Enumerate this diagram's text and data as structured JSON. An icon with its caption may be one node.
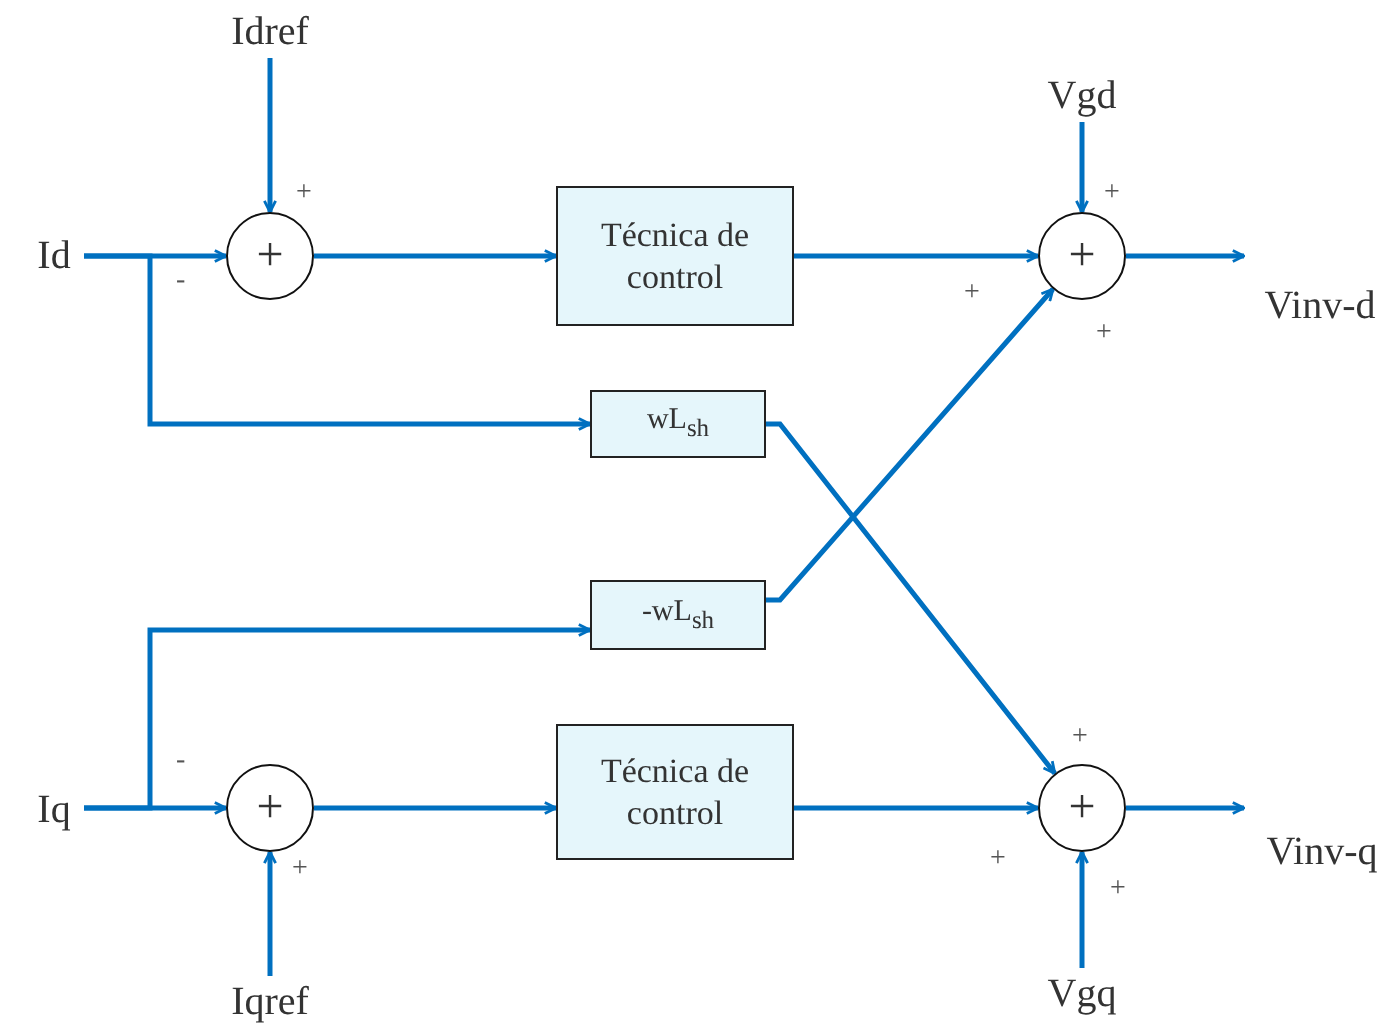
{
  "diagram": {
    "nodes": [
      {
        "text": [
          "Idref"
        ]
      },
      {
        "text": [
          "Id"
        ]
      },
      {
        "text": [
          "+"
        ]
      },
      {
        "text": [
          "Técnica de control"
        ]
      },
      {
        "text": [
          "wL$_{sh}$"
        ]
      },
      {
        "text": [
          "Vgd"
        ]
      },
      {
        "text": [
          "+"
        ]
      },
      {
        "text": [
          "Vinv-d"
        ]
      },
      {
        "text": [
          "-wL$_{sh}$"
        ]
      },
      {
        "text": [
          "Iq"
        ]
      },
      {
        "text": [
          "+"
        ]
      },
      {
        "text": [
          "Técnica de control"
        ]
      },
      {
        "text": [
          "+"
        ]
      },
      {
        "text": [
          "Vinv-q"
        ]
      },
      {
        "text": [
          "Iqref"
        ]
      },
      {
        "text": [
          "Vgq"
        ]
      }
    ],
    "edges": [
      {
        "from": 0,
        "to": 2,
        "arrow": "to"
      },
      {
        "from": 1,
        "to": 2,
        "arrow": "to"
      },
      {
        "from": 1,
        "to": 4,
        "arrow": "to"
      },
      {
        "from": 2,
        "to": 3,
        "arrow": "to"
      },
      {
        "from": 3,
        "to": 6,
        "arrow": "to"
      },
      {
        "from": 5,
        "to": 6,
        "arrow": "to"
      },
      {
        "from": 6,
        "to": 7,
        "arrow": "to"
      },
      {
        "from": 4,
        "to": 12,
        "arrow": "to"
      },
      {
        "from": 8,
        "to": 6,
        "arrow": "to"
      },
      {
        "from": 9,
        "to": 10,
        "arrow": "to"
      },
      {
        "from": 9,
        "to": 8,
        "arrow": "to"
      },
      {
        "from": 10,
        "to": 11,
        "arrow": "to"
      },
      {
        "from": 11,
        "to": 12,
        "arrow": "to"
      },
      {
        "from": 14,
        "to": 10,
        "arrow": "to"
      },
      {
        "from": 15,
        "to": 12,
        "arrow": "to"
      },
      {
        "from": 12,
        "to": 13,
        "arrow": "to"
      }
    ],
    "labels": [
      "+",
      "+",
      "-",
      "+",
      "+",
      "+",
      "-",
      "+",
      "+",
      "+"
    ]
  }
}
